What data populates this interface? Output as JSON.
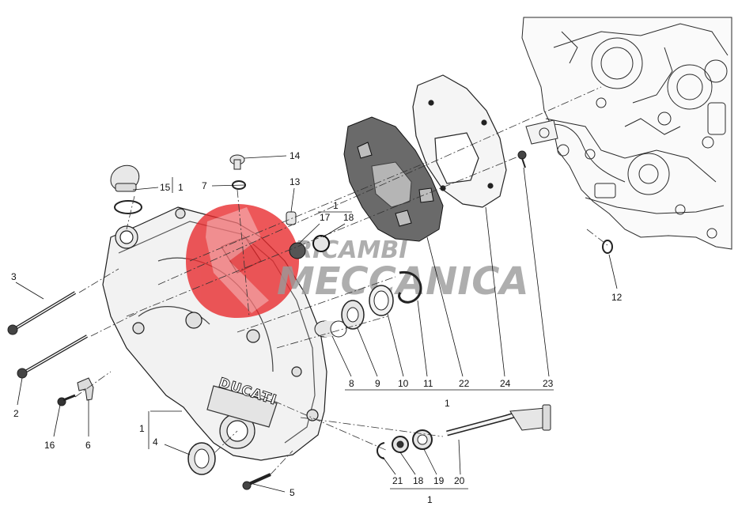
{
  "watermark": {
    "line1": "RICAMBI",
    "line2": "MECCANICA",
    "logo_color": "#e8282b",
    "text_color": "#9a9a9a"
  },
  "brand_label": "DUCATI",
  "part_numbers": {
    "p1_right": "1",
    "p1_left": "1",
    "p1_top": "1",
    "p1_bottom": "1",
    "p1_bottom2": "1",
    "p2": "2",
    "p3": "3",
    "p4": "4",
    "p5": "5",
    "p6": "6",
    "p7": "7",
    "p8": "8",
    "p9": "9",
    "p10": "10",
    "p11": "11",
    "p12": "12",
    "p13": "13",
    "p14": "14",
    "p15": "15",
    "p16": "16",
    "p17": "17",
    "p18": "18",
    "p18b": "18",
    "p19": "19",
    "p20": "20",
    "p21": "21",
    "p22": "22",
    "p23": "23",
    "p24": "24"
  }
}
